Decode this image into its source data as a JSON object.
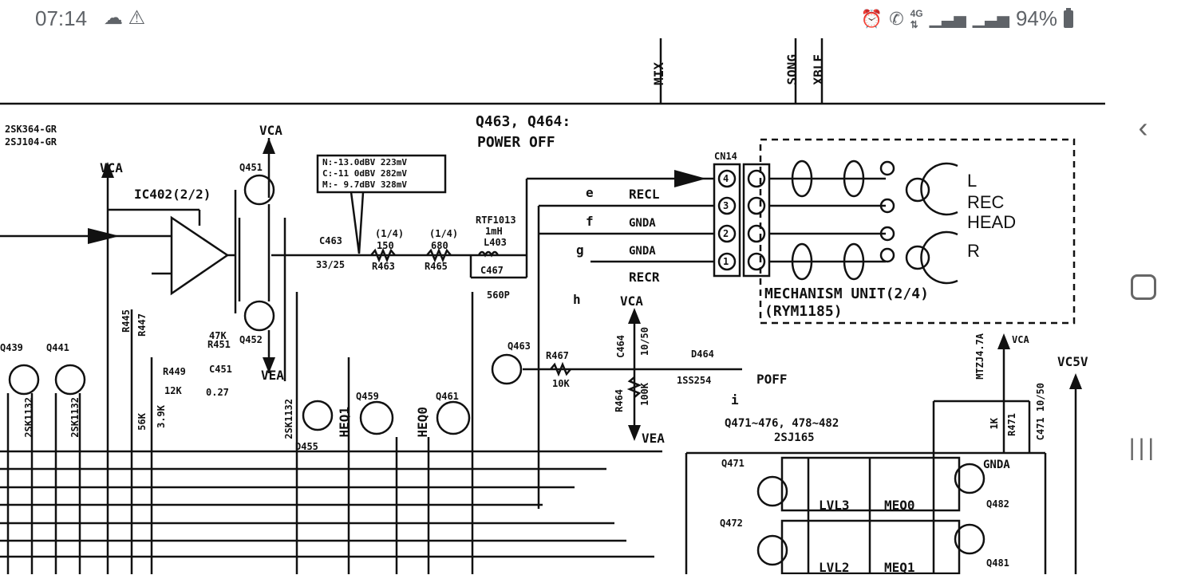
{
  "status_bar": {
    "time": "07:14",
    "battery": "94%",
    "left_icons": [
      "cloud-eye-icon",
      "warning-icon"
    ],
    "right_icons": [
      "alarm-icon",
      "wifi-call-icon",
      "4g-icon",
      "signal-icon",
      "signal-icon"
    ]
  },
  "schematic": {
    "top_labels": {
      "mix": "MIX",
      "song": "SONG",
      "xblf": "XBLF"
    },
    "transistor_note_1": "2SK364-GR",
    "transistor_note_2": "2SJ104-GR",
    "q463_note_1": "Q463, Q464:",
    "q463_note_2": "POWER OFF",
    "levels": [
      "N:-13.0dBV 223mV",
      "C:-11 0dBV 282mV",
      "M:- 9.7dBV 328mV"
    ],
    "vca1": "VCA",
    "vca2": "VCA",
    "vca3": "VCA",
    "vca4": "VCA",
    "vea1": "VEA",
    "vea2": "VEA",
    "vc5v": "VC5V",
    "ic402": "IC402(2/2)",
    "q451": "Q451",
    "q452": "Q452",
    "c463": "C463",
    "c463_val": "33/25",
    "r463": "R463",
    "r463_val": "150",
    "r463_w": "(1/4)",
    "r465": "R465",
    "r465_val": "680",
    "r465_w": "(1/4)",
    "rtf": "RTF1013",
    "l403": "L403",
    "l403_val": "1mH",
    "c467": "C467",
    "c467_val": "560P",
    "cn14": "CN14",
    "pin4": "4",
    "pin3": "3",
    "pin2": "2",
    "pin1": "1",
    "rec_l": "RECL",
    "gnda1": "GNDA",
    "gnda2": "GNDA",
    "gnda3": "GNDA",
    "rec_r": "RECR",
    "mark_e": "e",
    "mark_f": "f",
    "mark_g": "g",
    "mark_h": "h",
    "mark_i": "i",
    "head_l": "L",
    "head_rec": "REC",
    "head_head": "HEAD",
    "head_r": "R",
    "mech_unit": "MECHANISM UNIT(2/4)",
    "rym": "(RYM1185)",
    "q463": "Q463",
    "q464": "D464",
    "d464_part": "1SS254",
    "poff": "POFF",
    "r467": "R467",
    "r467_val": "10K",
    "r464": "R464",
    "r464_val": "100K",
    "c464": "C464",
    "c464_val": "10/50",
    "q471_range": "Q471~476, 478~482",
    "q471_part": "2SJ165",
    "q471": "Q471",
    "q472": "Q472",
    "q482": "Q482",
    "q481": "Q481",
    "lvl3": "LVL3",
    "meq0": "MEQ0",
    "lvl2": "LVL2",
    "meq1": "MEQ1",
    "r449": "R449",
    "r449_val": "12K",
    "c451": "C451",
    "c451_val": "0.27",
    "r451": "R451",
    "r451_val": "47K",
    "q439": "Q439",
    "q441": "Q441",
    "q439_part": "2SK1132",
    "q441_part": "2SK1132",
    "q455_part": "2SK1132",
    "heq1": "HEQ1",
    "heq0": "HEQ0",
    "q459": "Q459",
    "q461": "Q461",
    "d471": "MTZJ4.7A",
    "r471": "R471",
    "r471_val": "1K",
    "c471": "C471 10/50",
    "d455": "D455",
    "r447": "R447",
    "r447_val": "3.9K",
    "r445": "R445",
    "r445_val": "56K"
  },
  "nav": {
    "back": "back-icon",
    "home": "home-icon",
    "recents": "recents-icon"
  }
}
